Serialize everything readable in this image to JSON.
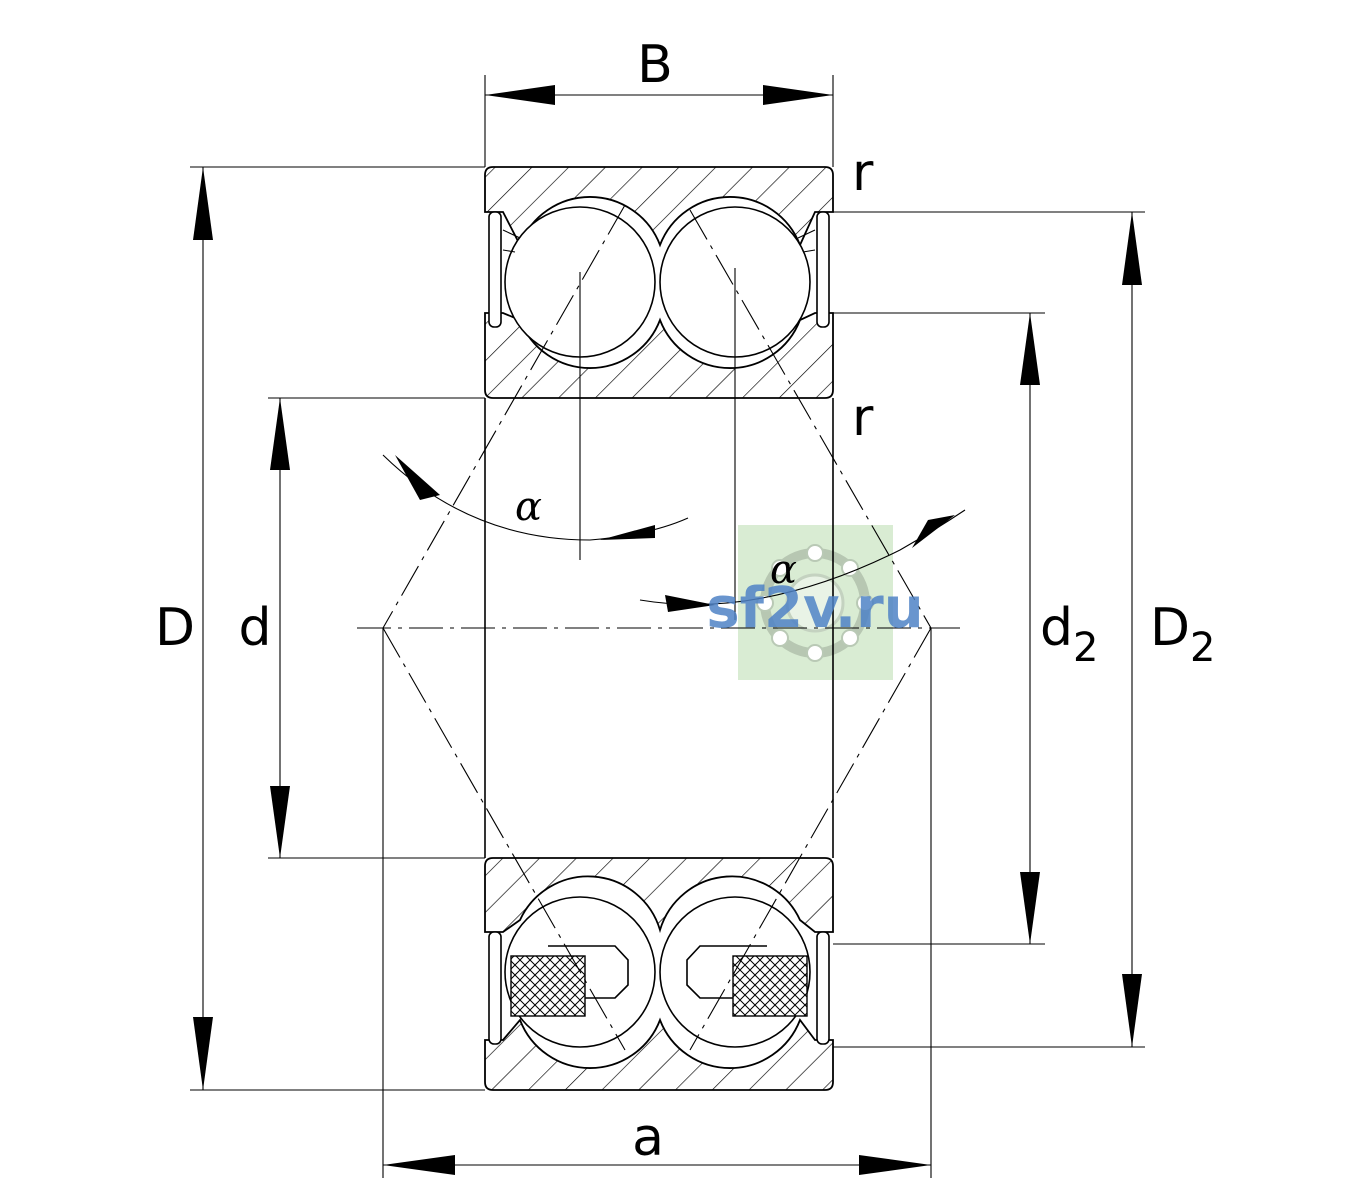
{
  "labels": {
    "B": "B",
    "D": "D",
    "d": "d",
    "d2_main": "d",
    "d2_sub": "2",
    "D2_main": "D",
    "D2_sub": "2",
    "a": "a",
    "r_top": "r",
    "r_mid": "r",
    "alpha_left": "α",
    "alpha_right": "α"
  },
  "watermark": {
    "text": "sf2v.ru",
    "text_color": "#4f82c6",
    "badge_color": "#d9ecd3"
  }
}
